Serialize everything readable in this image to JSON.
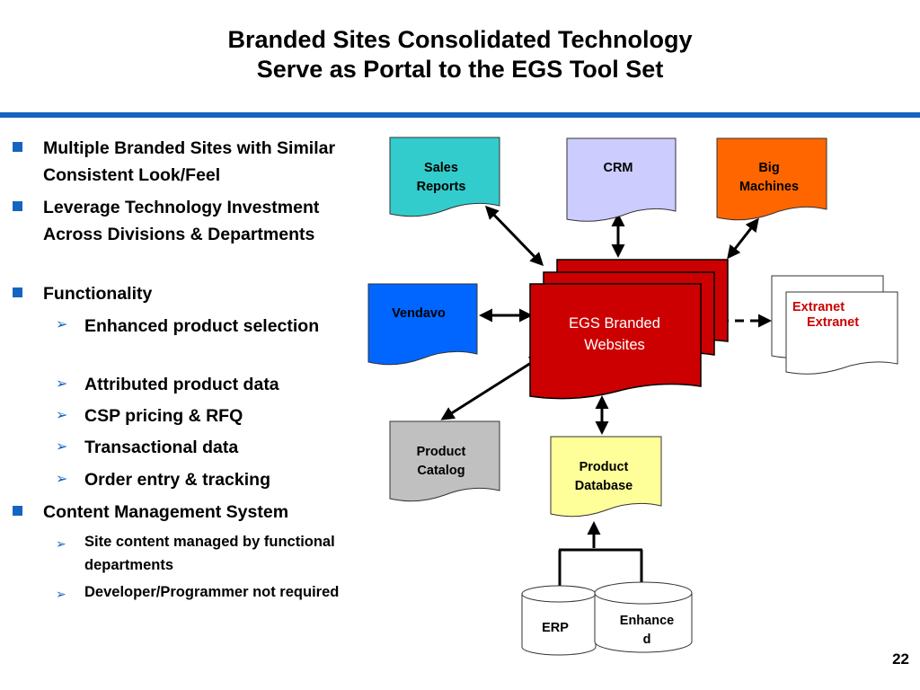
{
  "title": {
    "line1": "Branded Sites Consolidated Technology",
    "line2": "Serve as Portal to the EGS Tool Set"
  },
  "bullets": {
    "b1": "Multiple Branded Sites with Similar Consistent Look/Feel",
    "b2": "Leverage Technology Investment Across Divisions & Departments",
    "b3": "Functionality",
    "b3_items": [
      "Enhanced product selection",
      "Attributed product data",
      "CSP pricing & RFQ",
      "Transactional data",
      "Order entry & tracking"
    ],
    "b4": "Content Management System",
    "b4_items": [
      "Site content managed by functional departments",
      "Developer/Programmer not required"
    ]
  },
  "diagram": {
    "sales_reports": [
      "Sales",
      "Reports"
    ],
    "crm": "CRM",
    "big_machines": [
      "Big",
      "Machines"
    ],
    "vendavo": "Vendavo",
    "egs": [
      "EGS Branded",
      "Websites"
    ],
    "extranet": "Extranet",
    "product_catalog": [
      "Product",
      "Catalog"
    ],
    "product_database": [
      "Product",
      "Database"
    ],
    "erp": "ERP",
    "enhanced": [
      "Enhance",
      "d"
    ]
  },
  "colors": {
    "accent_blue": "#1565c0",
    "sales_reports": "#33cccc",
    "crm": "#ccccff",
    "big_machines": "#ff6600",
    "vendavo": "#0066ff",
    "egs": "#cc0000",
    "product_catalog": "#c0c0c0",
    "product_database": "#ffff99",
    "extranet_text": "#cc0000"
  },
  "page_number": "22"
}
